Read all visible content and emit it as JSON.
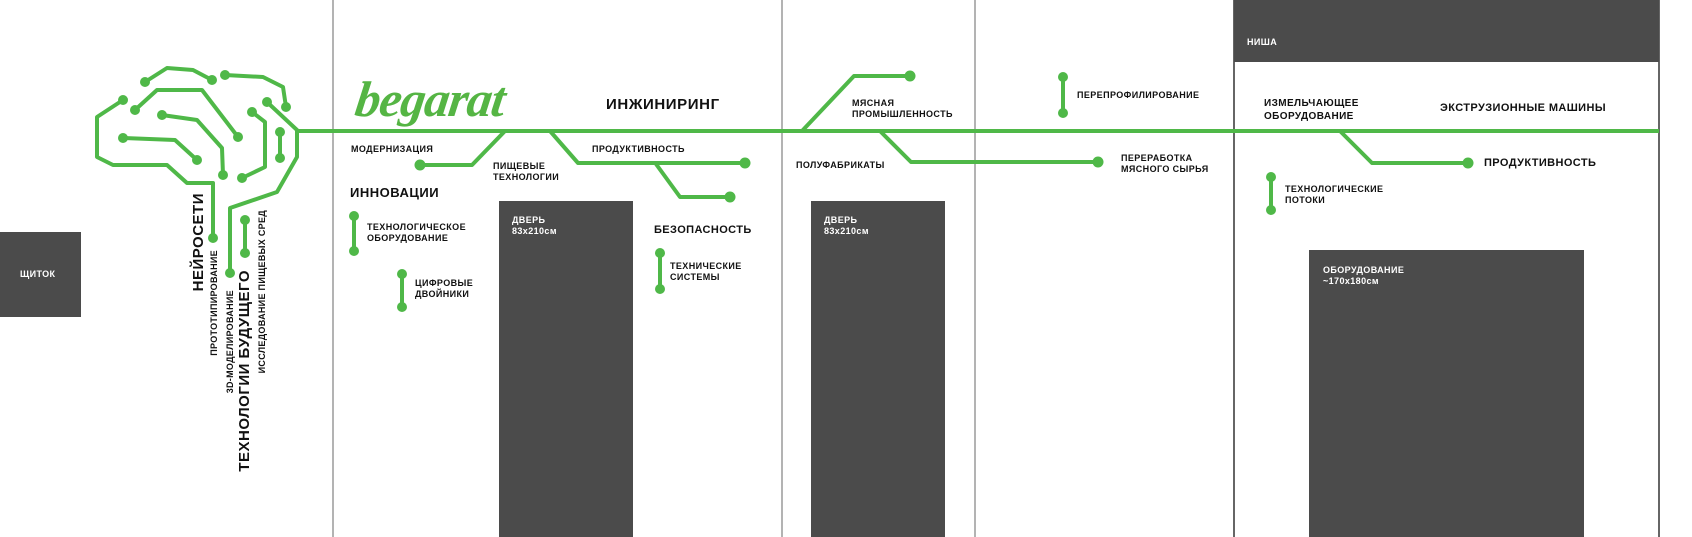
{
  "colors": {
    "accent": "#4fb848",
    "box": "#4b4b4b"
  },
  "brand": {
    "logo": "begarat",
    "section": "ИНЖИНИРИНГ"
  },
  "shield": "ЩИТОК",
  "niche": "НИША",
  "brain": {
    "neural": "НЕЙРОСЕТИ",
    "prototyping": "ПРОТОТИПИРОВАНИЕ",
    "modeling": "3D-МОДЕЛИРОВАНИЕ",
    "future": "ТЕХНОЛОГИИ БУДУЩЕГО",
    "research": "ИССЛЕДОВАНИЕ ПИЩЕВЫХ СРЕД"
  },
  "labels": {
    "modernization": "МОДЕРНИЗАЦИЯ",
    "food_tech_1": "ПИЩЕВЫЕ",
    "food_tech_2": "ТЕХНОЛОГИИ",
    "productivity": "ПРОДУКТИВНОСТЬ",
    "innovations": "ИННОВАЦИИ",
    "tech_equipment_1": "ТЕХНОЛОГИЧЕСКОЕ",
    "tech_equipment_2": "ОБОРУДОВАНИЕ",
    "digital_twins_1": "ЦИФРОВЫЕ",
    "digital_twins_2": "ДВОЙНИКИ",
    "safety": "БЕЗОПАСНОСТЬ",
    "tech_systems_1": "ТЕХНИЧЕСКИЕ",
    "tech_systems_2": "СИСТЕМЫ",
    "meat_industry_1": "МЯСНАЯ",
    "meat_industry_2": "ПРОМЫШЛЕННОСТЬ",
    "semi_finished": "ПОЛУФАБРИКАТЫ",
    "reprofiling": "ПЕРЕПРОФИЛИРОВАНИЕ",
    "meat_processing_1": "ПЕРЕРАБОТКА",
    "meat_processing_2": "МЯСНОГО СЫРЬЯ",
    "grinding_1": "ИЗМЕЛЬЧАЮЩЕЕ",
    "grinding_2": "ОБОРУДОВАНИЕ",
    "extrusion": "ЭКСТРУЗИОННЫЕ МАШИНЫ",
    "productivity_2": "ПРОДУКТИВНОСТЬ",
    "tech_flows_1": "ТЕХНОЛОГИЧЕСКИЕ",
    "tech_flows_2": "ПОТОКИ"
  },
  "door1": {
    "title": "ДВЕРЬ",
    "size": "83x210см"
  },
  "door2": {
    "title": "ДВЕРЬ",
    "size": "83x210см"
  },
  "equipment": {
    "title": "ОБОРУДОВАНИЕ",
    "size": "~170x180см"
  }
}
